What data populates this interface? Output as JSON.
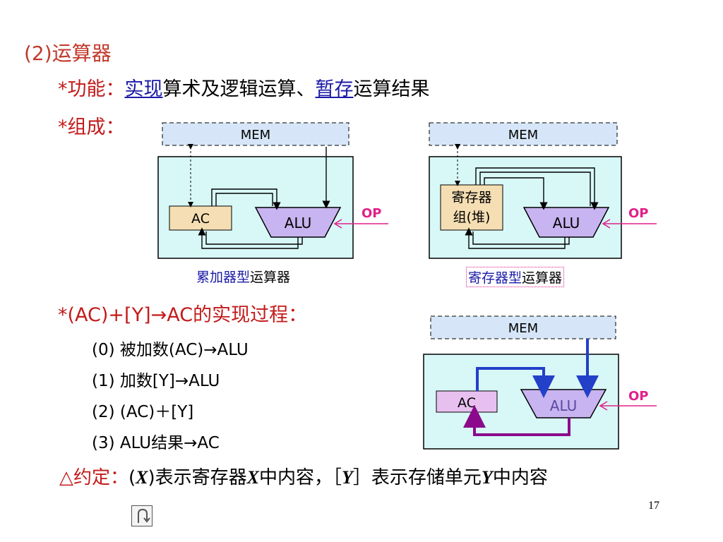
{
  "section_title": "(2)运算器",
  "function_line": {
    "prefix": "*功能：",
    "link1": "实现",
    "middle": "算术及逻辑运算、",
    "link2": "暂存",
    "suffix": "运算结果"
  },
  "composition_label": "*组成：",
  "diagram_acc": {
    "mem": "MEM",
    "ac": "AC",
    "alu": "ALU",
    "op": "OP",
    "caption_colored": "累加器型",
    "caption_plain": "运算器"
  },
  "diagram_reg": {
    "mem": "MEM",
    "reg_line1": "寄存器",
    "reg_line2": "组(堆)",
    "alu": "ALU",
    "op": "OP",
    "caption_colored": "寄存器型",
    "caption_plain": "运算器"
  },
  "process_title": "*(AC)+[Y]→AC的实现过程：",
  "steps": [
    "(0) 被加数(AC)→ALU",
    "(1) 加数[Y]→ALU",
    "(2) (AC)＋[Y]",
    "(3) ALU结果→AC"
  ],
  "diagram_flow": {
    "mem": "MEM",
    "ac": "AC",
    "alu": "ALU",
    "op": "OP"
  },
  "convention": {
    "label": "△约定：",
    "part1_open": "(",
    "x": "X",
    "part1_close": ")表示寄存器",
    "x2": "X",
    "part2": "中内容，［",
    "y": "Y",
    "part3": "］表示存储单元",
    "y2": "Y",
    "part4": "中内容"
  },
  "page_number": "17",
  "colors": {
    "title": "#c0392b",
    "link": "#1a1aa6",
    "op": "#e0208a",
    "alu_fill": "#c8b4f0",
    "ac_fill": "#f5deb3",
    "reg_fill": "#f5deb3",
    "mem_fill": "#d6e6f8",
    "box_fill": "#d8f8f8",
    "flow_blue": "#2340c8",
    "flow_purple": "#8b0a8b"
  }
}
